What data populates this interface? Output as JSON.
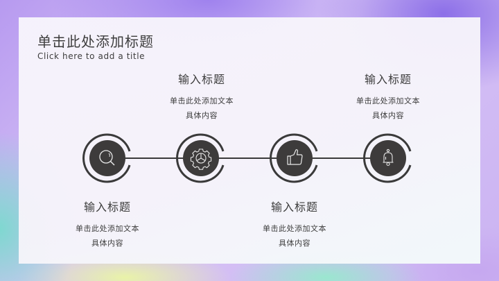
{
  "slide": {
    "title": "单击此处添加标题",
    "subtitle": "Click here to add a title"
  },
  "colors": {
    "node_fill": "#3d3b3b",
    "ring": "#3a3a3a",
    "text": "#3d3d3d",
    "icon_stroke": "#e8e8e8"
  },
  "steps": [
    {
      "icon": "search-icon",
      "heading": "输入标题",
      "line1": "单击此处添加文本",
      "line2": "具体内容",
      "position": "below"
    },
    {
      "icon": "gear-icon",
      "heading": "输入标题",
      "line1": "单击此处添加文本",
      "line2": "具体内容",
      "position": "above"
    },
    {
      "icon": "thumbs-up-icon",
      "heading": "输入标题",
      "line1": "单击此处添加文本",
      "line2": "具体内容",
      "position": "below"
    },
    {
      "icon": "bell-icon",
      "heading": "输入标题",
      "line1": "单击此处添加文本",
      "line2": "具体内容",
      "position": "above"
    }
  ]
}
